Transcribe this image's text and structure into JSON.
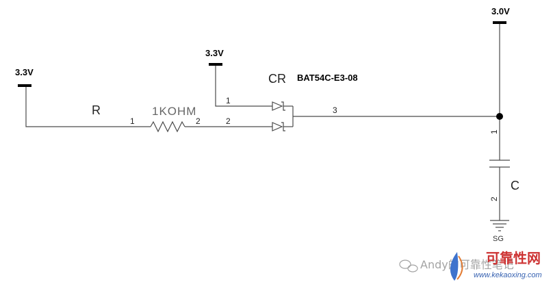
{
  "power": {
    "left": "3.3V",
    "middle": "3.3V",
    "right": "3.0V"
  },
  "resistor": {
    "ref": "R",
    "value": "1KOHM",
    "pin1": "1",
    "pin2": "2"
  },
  "diode": {
    "ref": "CR",
    "part": "BAT54C-E3-08",
    "pin1": "1",
    "pin2": "2",
    "pin3": "3"
  },
  "capacitor": {
    "ref": "C",
    "pin1": "1",
    "pin2": "2"
  },
  "ground": {
    "label": "SG"
  },
  "watermark": {
    "account": "Andy的可靠性笔记",
    "brand": "可靠性网",
    "url": "www.kekaoxing.com"
  },
  "colors": {
    "wire": "#4a4a4a",
    "rail": "#000000",
    "watermark_brand": "#c81e1e",
    "watermark_url": "#1f4fa8"
  }
}
